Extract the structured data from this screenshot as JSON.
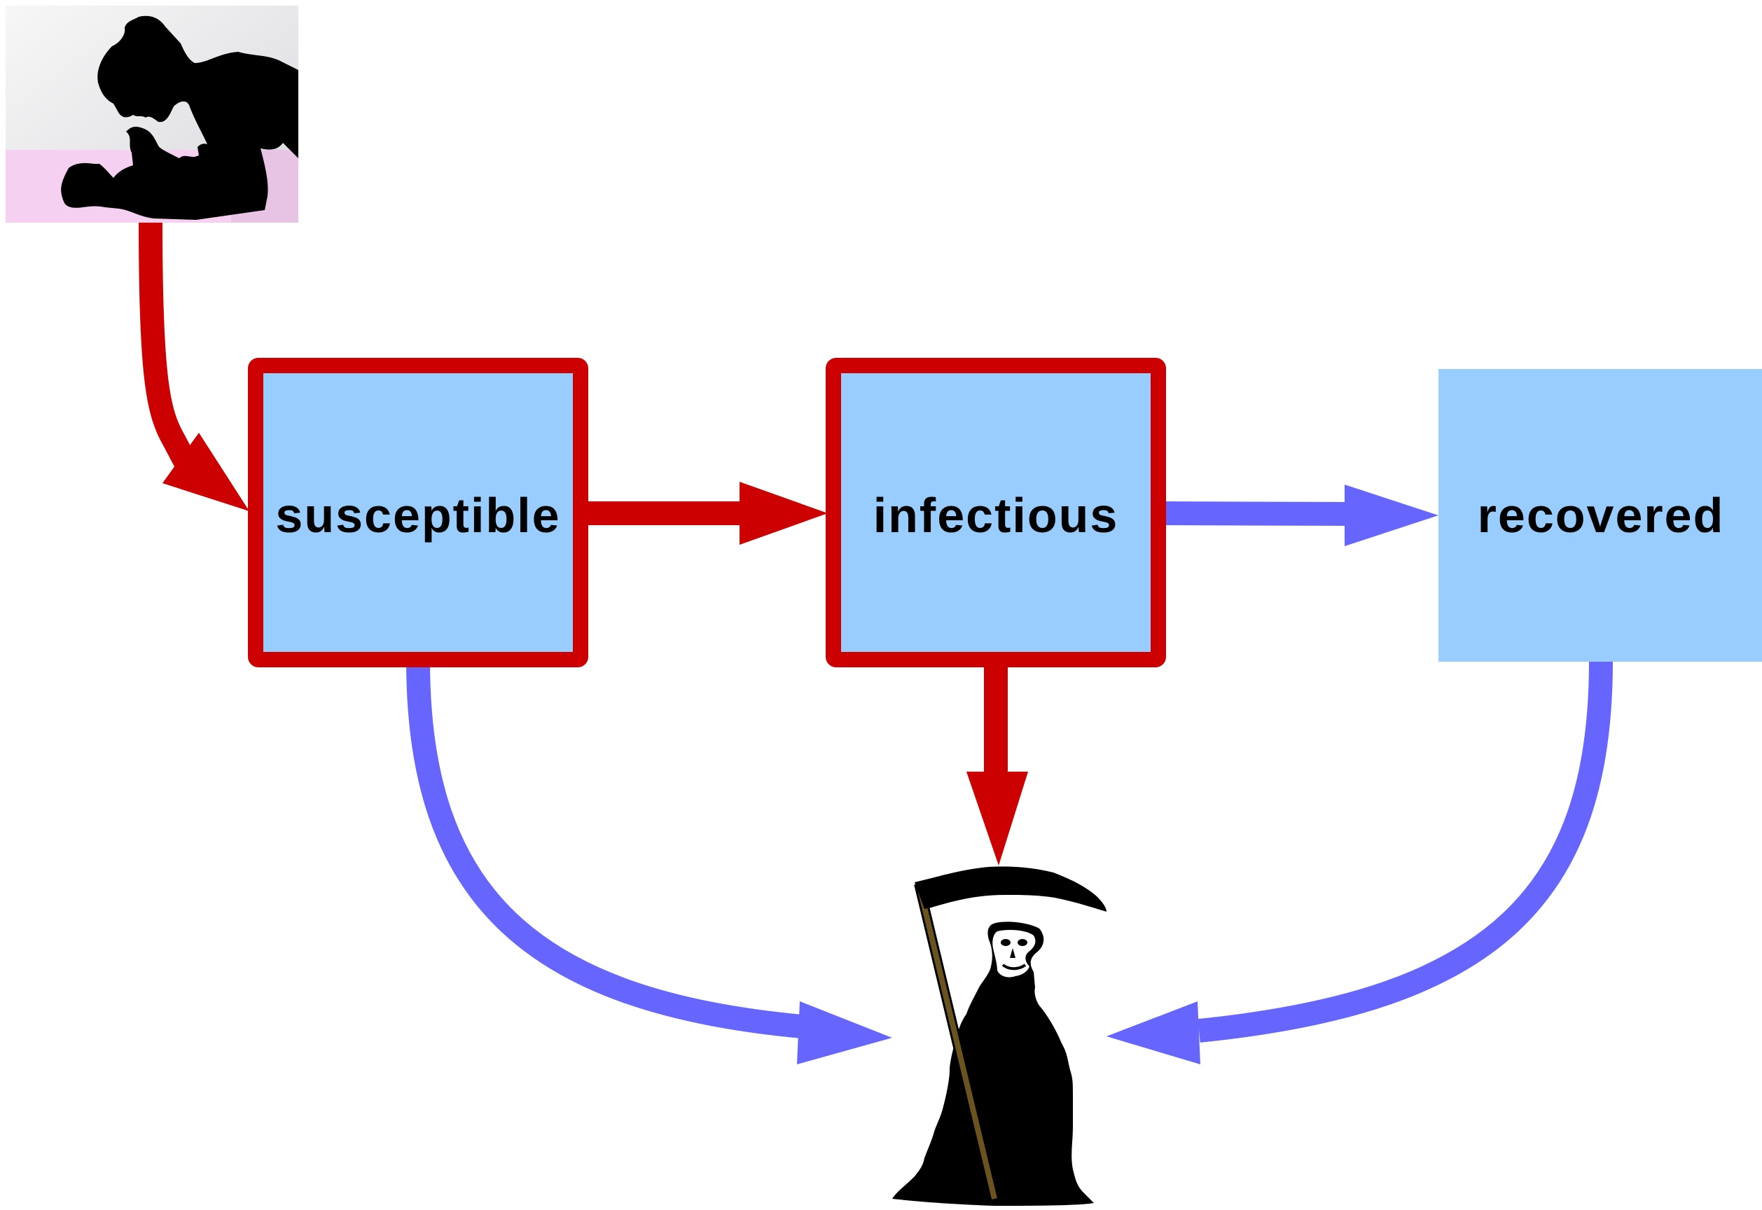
{
  "diagram": {
    "nodes": {
      "susceptible": {
        "label": "susceptible"
      },
      "infectious": {
        "label": "infectious"
      },
      "recovered": {
        "label": "recovered"
      }
    },
    "icons": {
      "birth": "mother-and-baby-icon",
      "death": "grim-reaper-icon"
    },
    "edges": [
      {
        "from": "birth",
        "to": "susceptible",
        "kind": "red"
      },
      {
        "from": "susceptible",
        "to": "infectious",
        "kind": "red"
      },
      {
        "from": "infectious",
        "to": "recovered",
        "kind": "blue"
      },
      {
        "from": "infectious",
        "to": "death",
        "kind": "red"
      },
      {
        "from": "susceptible",
        "to": "death",
        "kind": "blue"
      },
      {
        "from": "recovered",
        "to": "death",
        "kind": "blue"
      }
    ]
  },
  "colors": {
    "red_arrow": "#cc0000",
    "blue_arrow": "#6666ff",
    "box_fill": "#99ccff",
    "box_border": "#cc0000",
    "icon": "#000000",
    "scythe_handle": "#6b5320"
  }
}
